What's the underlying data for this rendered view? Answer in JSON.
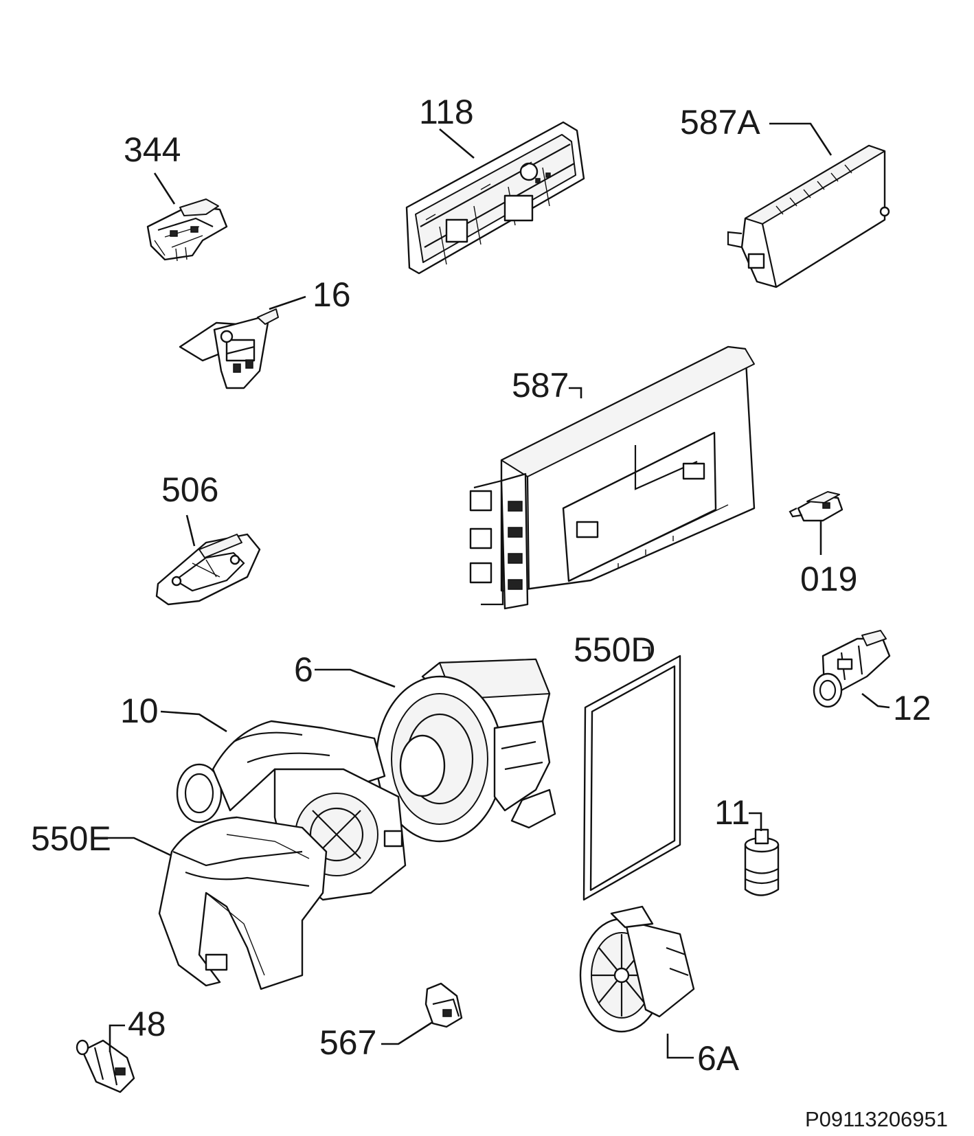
{
  "labels": {
    "p344": "344",
    "p118": "118",
    "p587A": "587A",
    "p16": "16",
    "p587": "587",
    "p506": "506",
    "p019": "019",
    "p6": "6",
    "p550D": "550D",
    "p10": "10",
    "p12": "12",
    "p11": "11",
    "p550E": "550E",
    "p48": "48",
    "p567": "567",
    "p6A": "6A"
  },
  "drawing_code": "P09113206951"
}
